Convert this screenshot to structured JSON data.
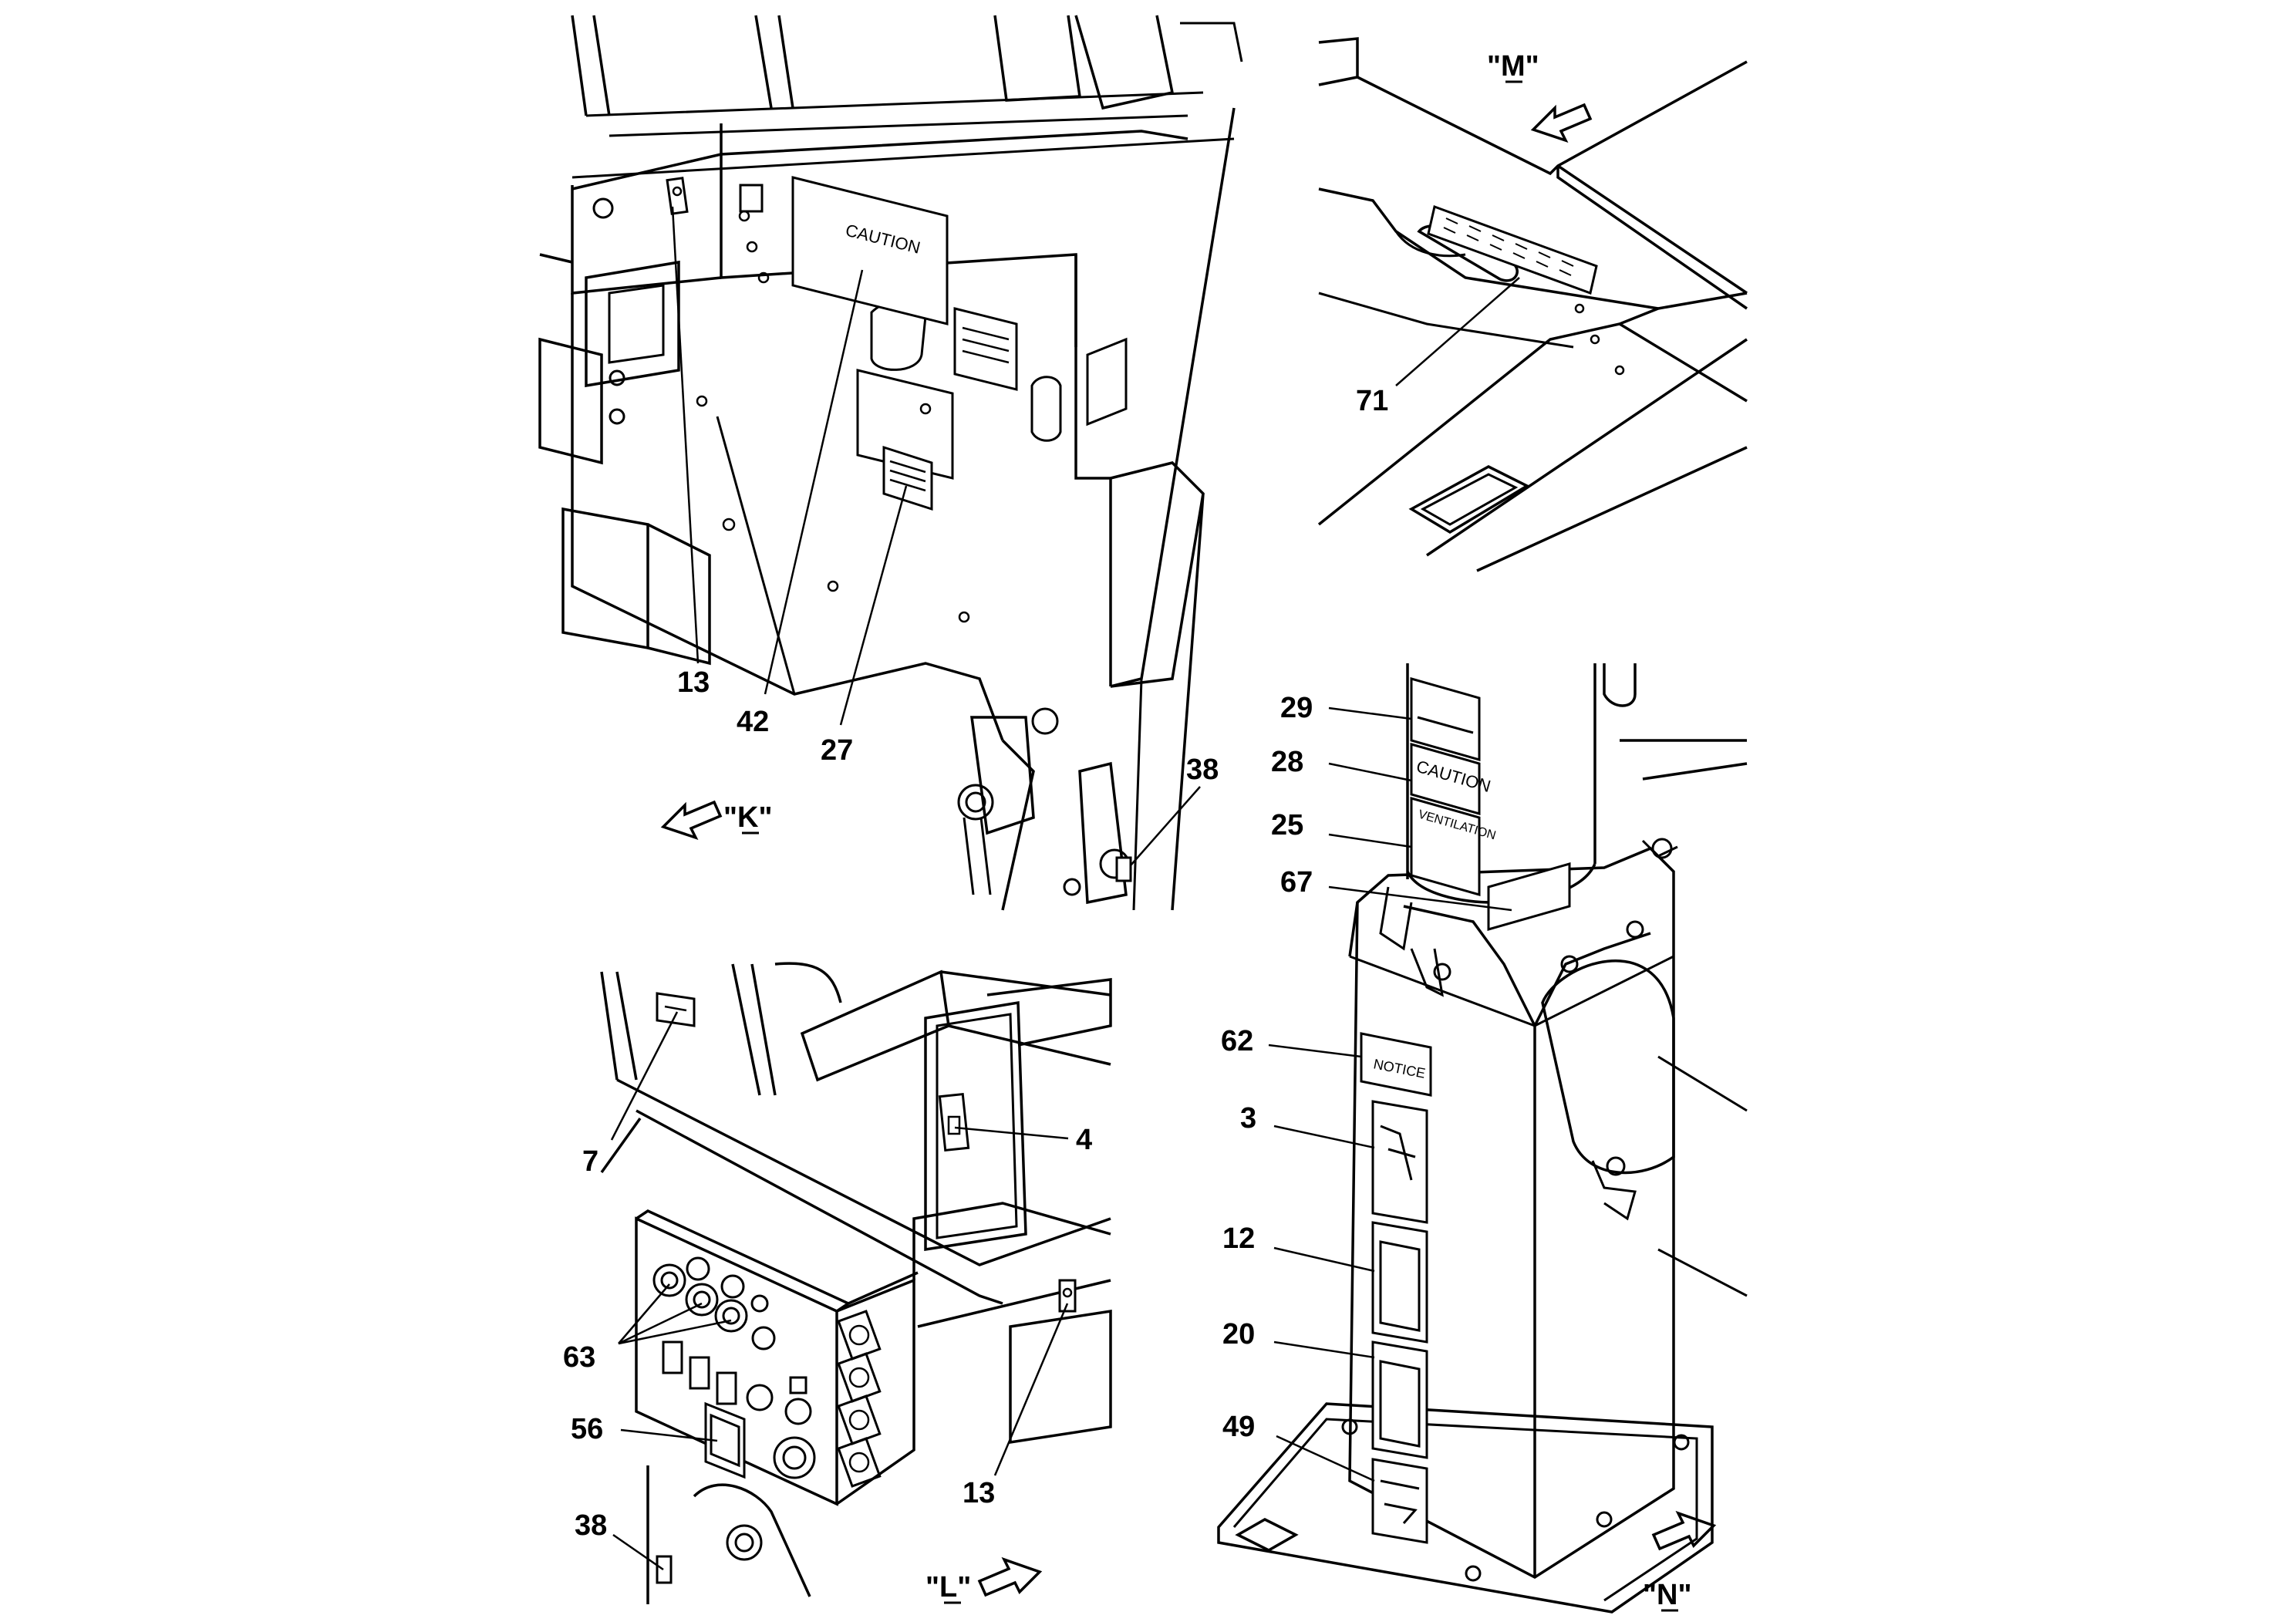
{
  "views": {
    "K": "\"K\"",
    "M": "\"M\"",
    "L": "\"L\"",
    "N": "\"N\""
  },
  "decal_text": {
    "caution_top": "CAUTION",
    "caution_column": "CAUTION",
    "ventilation": "VENTILATION",
    "notice": "NOTICE"
  },
  "callouts": {
    "k": [
      "13",
      "42",
      "27",
      "38"
    ],
    "m": [
      "71"
    ],
    "l": [
      "7",
      "4",
      "63",
      "56",
      "13",
      "38"
    ],
    "n": [
      "29",
      "28",
      "25",
      "67",
      "62",
      "3",
      "12",
      "20",
      "49"
    ]
  }
}
